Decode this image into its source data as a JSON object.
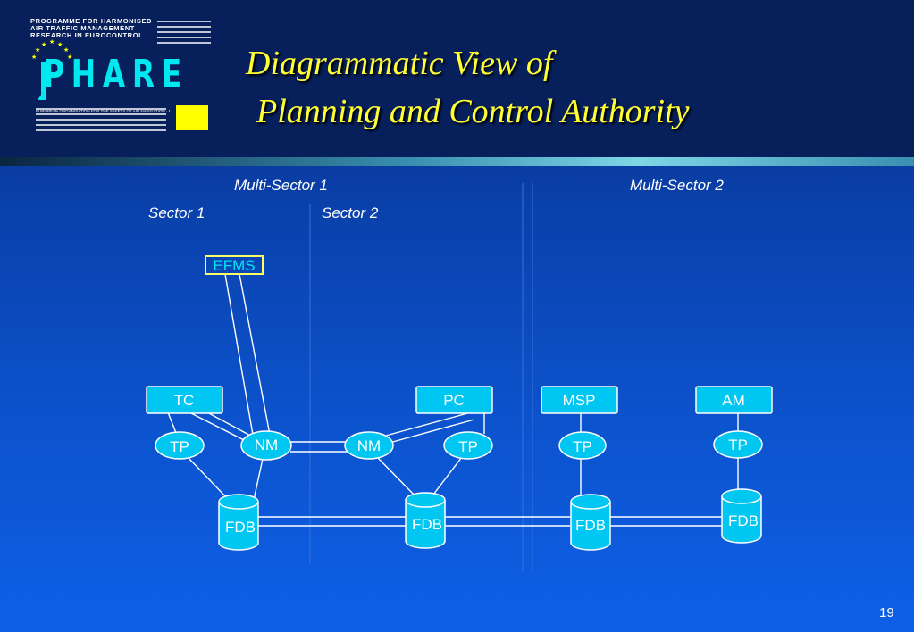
{
  "header": {
    "logo_caption": "PROGRAMME FOR HARMONISED AIR TRAFFIC MANAGEMENT RESEARCH IN EUROCONTROL",
    "logo_word": "PHARE",
    "logo_sub": "EUROPEAN ORGANISATION FOR THE SAFETY OF AIR NAVIGATION · EUROCONTROL",
    "title_line1": "Diagrammatic View of",
    "title_line2": "Planning and Control Authority"
  },
  "diagram": {
    "group_labels": {
      "multi_sector_1": "Multi-Sector 1",
      "multi_sector_2": "Multi-Sector 2"
    },
    "sector_labels": {
      "sector_1": "Sector 1",
      "sector_2": "Sector 2"
    },
    "nodes": {
      "efms": "EFMS",
      "tc": "TC",
      "pc": "PC",
      "msp": "MSP",
      "am": "AM",
      "tp1": "TP",
      "nm1": "NM",
      "nm2": "NM",
      "tp2": "TP",
      "tp3": "TP",
      "tp4": "TP",
      "fdb1": "FDB",
      "fdb2": "FDB",
      "fdb3": "FDB",
      "fdb4": "FDB"
    }
  },
  "footer": {
    "page_number": "19"
  },
  "colors": {
    "node_fill": "#00c6f2",
    "title": "#ffff33",
    "accent_square": "#ffff00",
    "logo_word": "#00e8f0"
  }
}
